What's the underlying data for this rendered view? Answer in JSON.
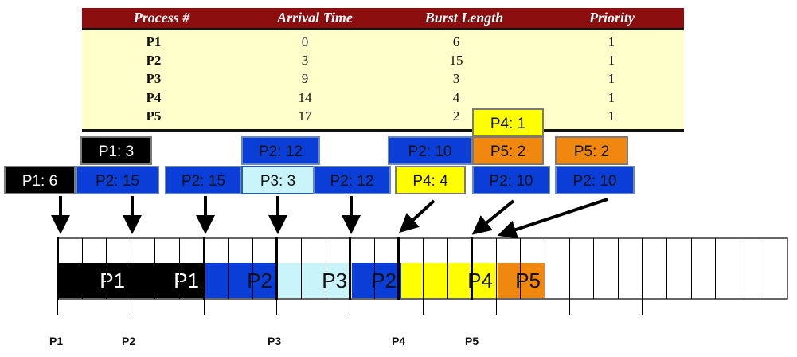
{
  "table": {
    "headers": [
      "Process #",
      "Arrival Time",
      "Burst Length",
      "Priority"
    ],
    "rows": [
      [
        "P1",
        "0",
        "6",
        "1"
      ],
      [
        "P2",
        "3",
        "15",
        "1"
      ],
      [
        "P3",
        "9",
        "3",
        "1"
      ],
      [
        "P4",
        "14",
        "4",
        "1"
      ],
      [
        "P5",
        "17",
        "2",
        "1"
      ]
    ]
  },
  "queue_boxes": [
    {
      "label": "P1: 3",
      "color": "black"
    },
    {
      "label": "P1: 6",
      "color": "black"
    },
    {
      "label": "P2: 15",
      "color": "blue"
    },
    {
      "label": "P2: 15",
      "color": "blue"
    },
    {
      "label": "P2: 12",
      "color": "blue"
    },
    {
      "label": "P3: 3",
      "color": "lblue"
    },
    {
      "label": "P2: 12",
      "color": "blue"
    },
    {
      "label": "P2: 10",
      "color": "blue"
    },
    {
      "label": "P4: 4",
      "color": "yellow"
    },
    {
      "label": "P4: 1",
      "color": "yellow"
    },
    {
      "label": "P5: 2",
      "color": "orange"
    },
    {
      "label": "P2: 10",
      "color": "blue"
    },
    {
      "label": "P5: 2",
      "color": "orange"
    },
    {
      "label": "P2: 10",
      "color": "blue"
    }
  ],
  "gantt": [
    {
      "label": "P1",
      "color": "#000000",
      "text_color": "#ffffff"
    },
    {
      "label": "P1",
      "color": "#000000",
      "text_color": "#ffffff"
    },
    {
      "label": "P2",
      "color": "#0a3ed6",
      "text_color": "#111111"
    },
    {
      "label": "P3",
      "color": "#c9f5fa",
      "text_color": "#111111"
    },
    {
      "label": "P2",
      "color": "#0a3ed6",
      "text_color": "#111111"
    },
    {
      "label": "P4",
      "color": "#ffff00",
      "text_color": "#111111"
    },
    {
      "label": "P5",
      "color": "#f0870f",
      "text_color": "#111111"
    }
  ],
  "arrival_labels": [
    "P1",
    "P2",
    "P3",
    "P4",
    "P5"
  ],
  "colors": {
    "header": "#8b0d0d",
    "table_bg": "#ffffcc",
    "blue": "#0a3ed6",
    "light_blue": "#c9f5fa",
    "yellow": "#ffff00",
    "orange": "#f0870f",
    "black": "#000000"
  }
}
